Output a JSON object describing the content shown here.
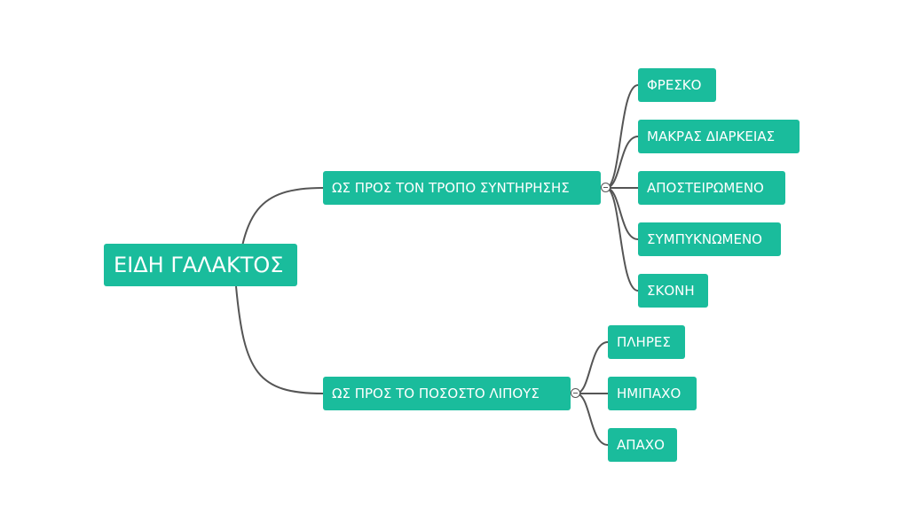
{
  "colors": {
    "node": "#1abc9c",
    "text": "#ffffff",
    "connector": "#555555"
  },
  "root": {
    "label": "ΕΙΔΗ ΓΑΛΑΚΤΟΣ"
  },
  "branches": [
    {
      "label": "ΩΣ ΠΡΟΣ ΤΟΝ ΤΡΟΠΟ ΣΥΝΤΗΡΗΣΗΣ",
      "children": [
        "ΦΡΕΣΚΟ",
        "ΜΑΚΡΑΣ ΔΙΑΡΚΕΙΑΣ",
        "ΑΠΟΣΤΕΙΡΩΜΕΝΟ",
        "ΣΥΜΠΥΚΝΩΜΕΝΟ",
        "ΣΚΟΝΗ"
      ]
    },
    {
      "label": "ΩΣ ΠΡΟΣ ΤΟ ΠΟΣΟΣΤΟ ΛΙΠΟΥΣ",
      "children": [
        "ΠΛΗΡΕΣ",
        "ΗΜΙΠΑΧΟ",
        "ΑΠΑΧΟ"
      ]
    }
  ]
}
